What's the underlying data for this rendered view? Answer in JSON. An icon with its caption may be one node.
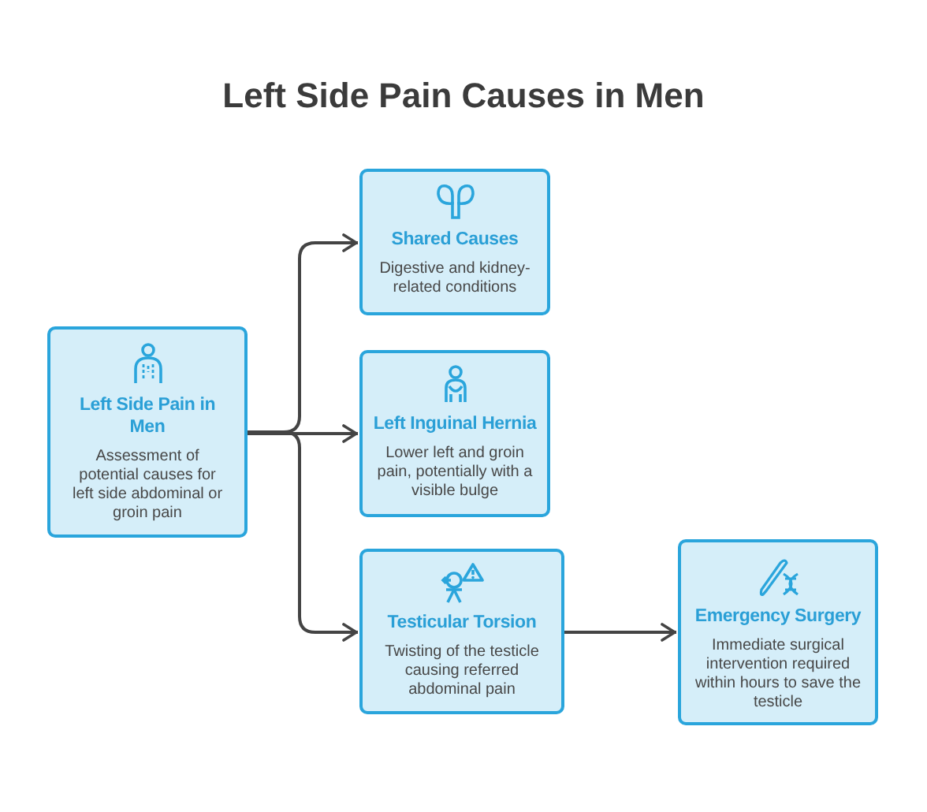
{
  "diagram": {
    "title": "Left Side Pain Causes in Men",
    "nodes": [
      {
        "text": [
          "Left Side Pain in Men",
          "Assessment of potential causes for left side abdominal or groin pain"
        ]
      },
      {
        "text": [
          "Shared Causes",
          "Digestive and kidney-related conditions"
        ]
      },
      {
        "text": [
          "Left Inguinal Hernia",
          "Lower left and groin pain, potentially with a visible bulge"
        ]
      },
      {
        "text": [
          "Testicular Torsion",
          "Twisting of the testicle causing referred abdominal pain"
        ]
      },
      {
        "text": [
          "Emergency Surgery",
          "Immediate surgical intervention required within hours to save the testicle"
        ]
      }
    ],
    "edges": [
      {
        "from": 0,
        "to": 1,
        "arrow": "to"
      },
      {
        "from": 0,
        "to": 2,
        "arrow": "to"
      },
      {
        "from": 0,
        "to": 3,
        "arrow": "to"
      },
      {
        "from": 3,
        "to": 4,
        "arrow": "to"
      }
    ]
  }
}
